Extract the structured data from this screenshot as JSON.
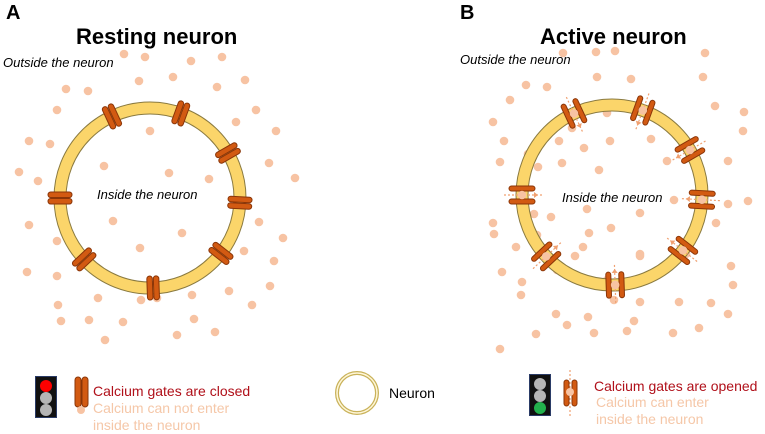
{
  "panels": [
    {
      "letter": "A",
      "title": "Resting neuron",
      "outside_label": "Outside the neuron",
      "inside_label": "Inside the neuron",
      "gate_state": "closed",
      "gate_count": 8
    },
    {
      "letter": "B",
      "title": "Active neuron",
      "outside_label": "Outside the neuron",
      "inside_label": "Inside the neuron",
      "gate_state": "open",
      "gate_count": 8
    }
  ],
  "legend": {
    "closed": {
      "traffic_light": "red",
      "title": "Calcium gates are closed",
      "subtitle_line1": "Calcium can not enter",
      "subtitle_line2": "inside the neuron"
    },
    "neuron": {
      "label": "Neuron"
    },
    "open": {
      "traffic_light": "green",
      "title": "Calcium gates are opened",
      "subtitle_line1": "Calcium can enter",
      "subtitle_line2": "inside the neuron"
    }
  },
  "colors": {
    "membrane_fill": "#fbd56a",
    "membrane_edge": "#8a7a40",
    "gate_fill": "#d25a12",
    "gate_edge": "#8a3508",
    "calcium": "#f7c3a3",
    "legend_title": "#b0101a",
    "legend_sub": "#f5c7a8",
    "light_red": "#ff0000",
    "light_green": "#22b14c",
    "light_off": "#b5b5b5"
  }
}
